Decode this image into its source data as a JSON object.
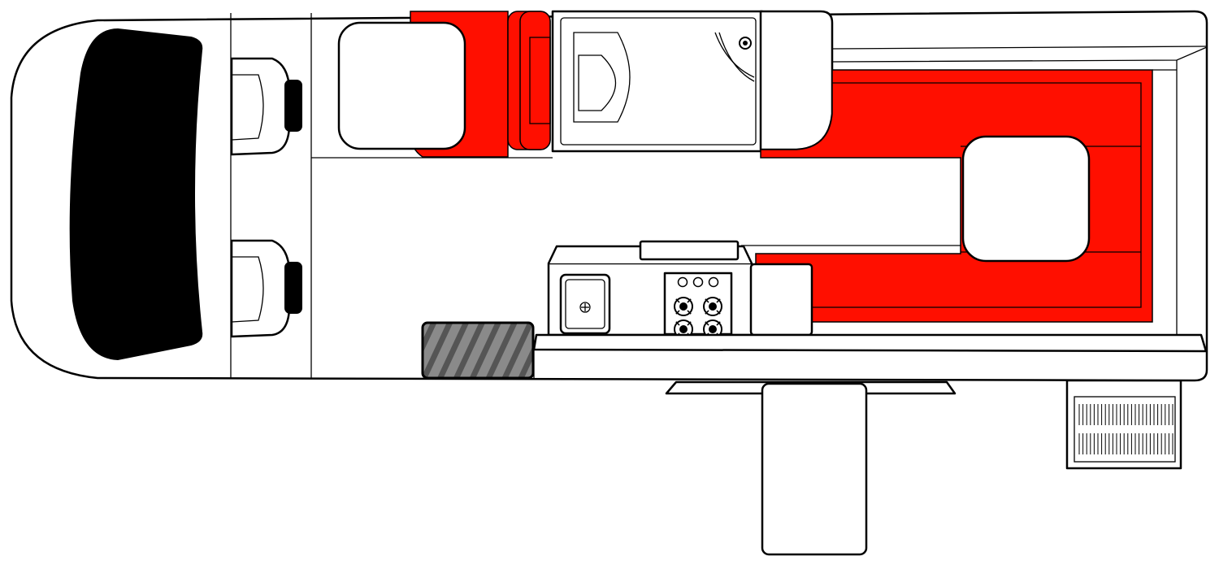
{
  "colors": {
    "outline": "#000000",
    "body_fill": "#ffffff",
    "upholstery": "#ff0f00",
    "windscreen": "#000000",
    "step_fill": "#8a8a8a",
    "step_stripe": "#555555"
  },
  "components": {
    "cab": "van-cab",
    "seats": [
      "driver-seat",
      "passenger-seat"
    ],
    "bathroom": "toilet-shower-cubicle",
    "galley": [
      "sink",
      "four-burner-cooktop",
      "fridge"
    ],
    "lounge": "u-shaped-dinette",
    "tables": [
      "front-table",
      "rear-table"
    ],
    "exterior": [
      "entry-step",
      "awning-table",
      "rear-step-grille"
    ]
  },
  "cooktop": {
    "burners": 4,
    "knobs": 3
  }
}
